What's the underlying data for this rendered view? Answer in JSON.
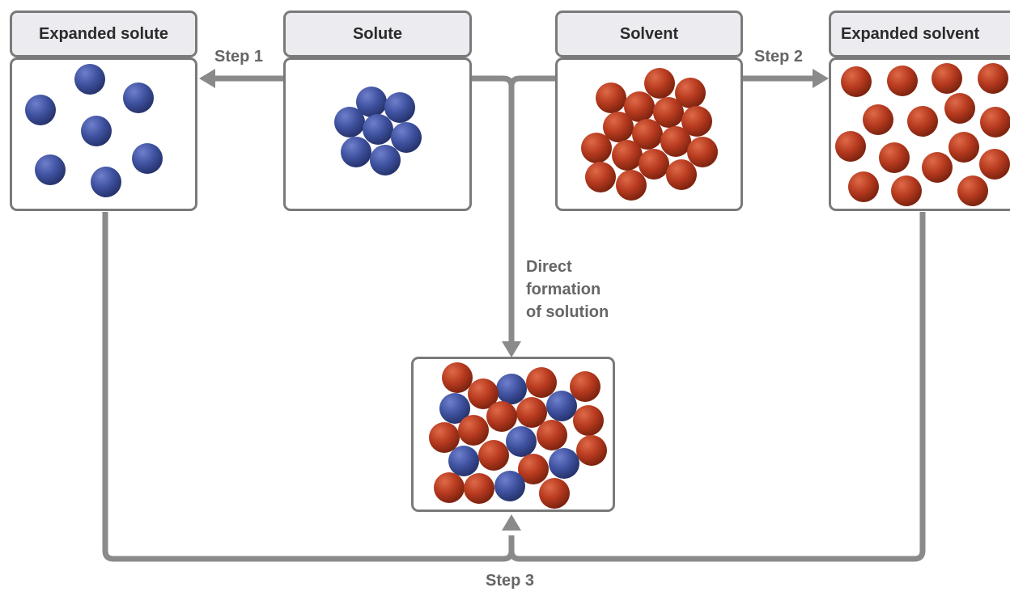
{
  "panels": {
    "expanded_solute": {
      "title": "Expanded solute"
    },
    "solute": {
      "title": "Solute"
    },
    "solvent": {
      "title": "Solvent"
    },
    "expanded_solvent": {
      "title": "Expanded solvent"
    }
  },
  "arrows": {
    "step1": "Step 1",
    "step2": "Step 2",
    "step3": "Step 3",
    "direct_line1": "Direct",
    "direct_line2": "formation",
    "direct_line3": "of solution"
  },
  "colors": {
    "solute_particle": "#3f52a0",
    "solvent_particle": "#b73a1f",
    "arrow": "#8a8a8a",
    "header_fill": "#ebebf0",
    "border": "#7a7a7a"
  }
}
